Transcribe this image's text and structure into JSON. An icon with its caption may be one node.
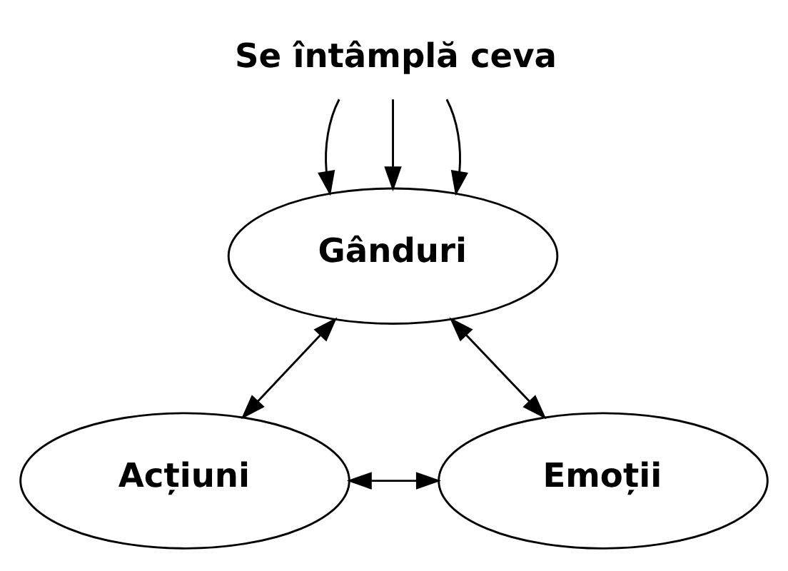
{
  "diagram": {
    "nodes": [
      {
        "text": [
          "Se întâmplă ceva"
        ]
      },
      {
        "text": [
          "Gânduri"
        ]
      },
      {
        "text": [
          "Acțiuni"
        ]
      },
      {
        "text": [
          "Emoții"
        ]
      }
    ],
    "edges": [
      {
        "from": 0,
        "to": 1,
        "arrow": "to"
      },
      {
        "from": 0,
        "to": 1,
        "arrow": "to"
      },
      {
        "from": 0,
        "to": 1,
        "arrow": "to"
      },
      {
        "from": 1,
        "to": 2,
        "arrow": "both"
      },
      {
        "from": 1,
        "to": 3,
        "arrow": "both"
      },
      {
        "from": 2,
        "to": 3,
        "arrow": "both"
      }
    ]
  }
}
